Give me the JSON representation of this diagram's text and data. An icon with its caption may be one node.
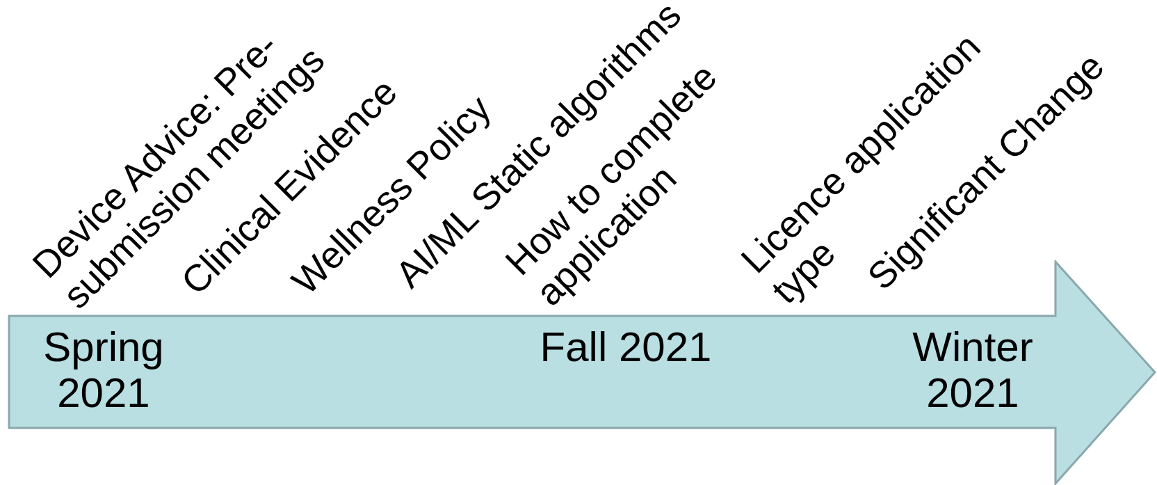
{
  "diagram": {
    "nodes": [
      {
        "text": [
          "Spring 2021",
          "Fall 2021",
          "Winter 2021"
        ]
      }
    ],
    "labels": [
      "Device Advice: Pre-submission meetings",
      "Clinical Evidence",
      "Wellness Policy",
      "AI/ML Static algorithms",
      "How to complete application",
      "Licence application type",
      "Significant Change"
    ]
  }
}
